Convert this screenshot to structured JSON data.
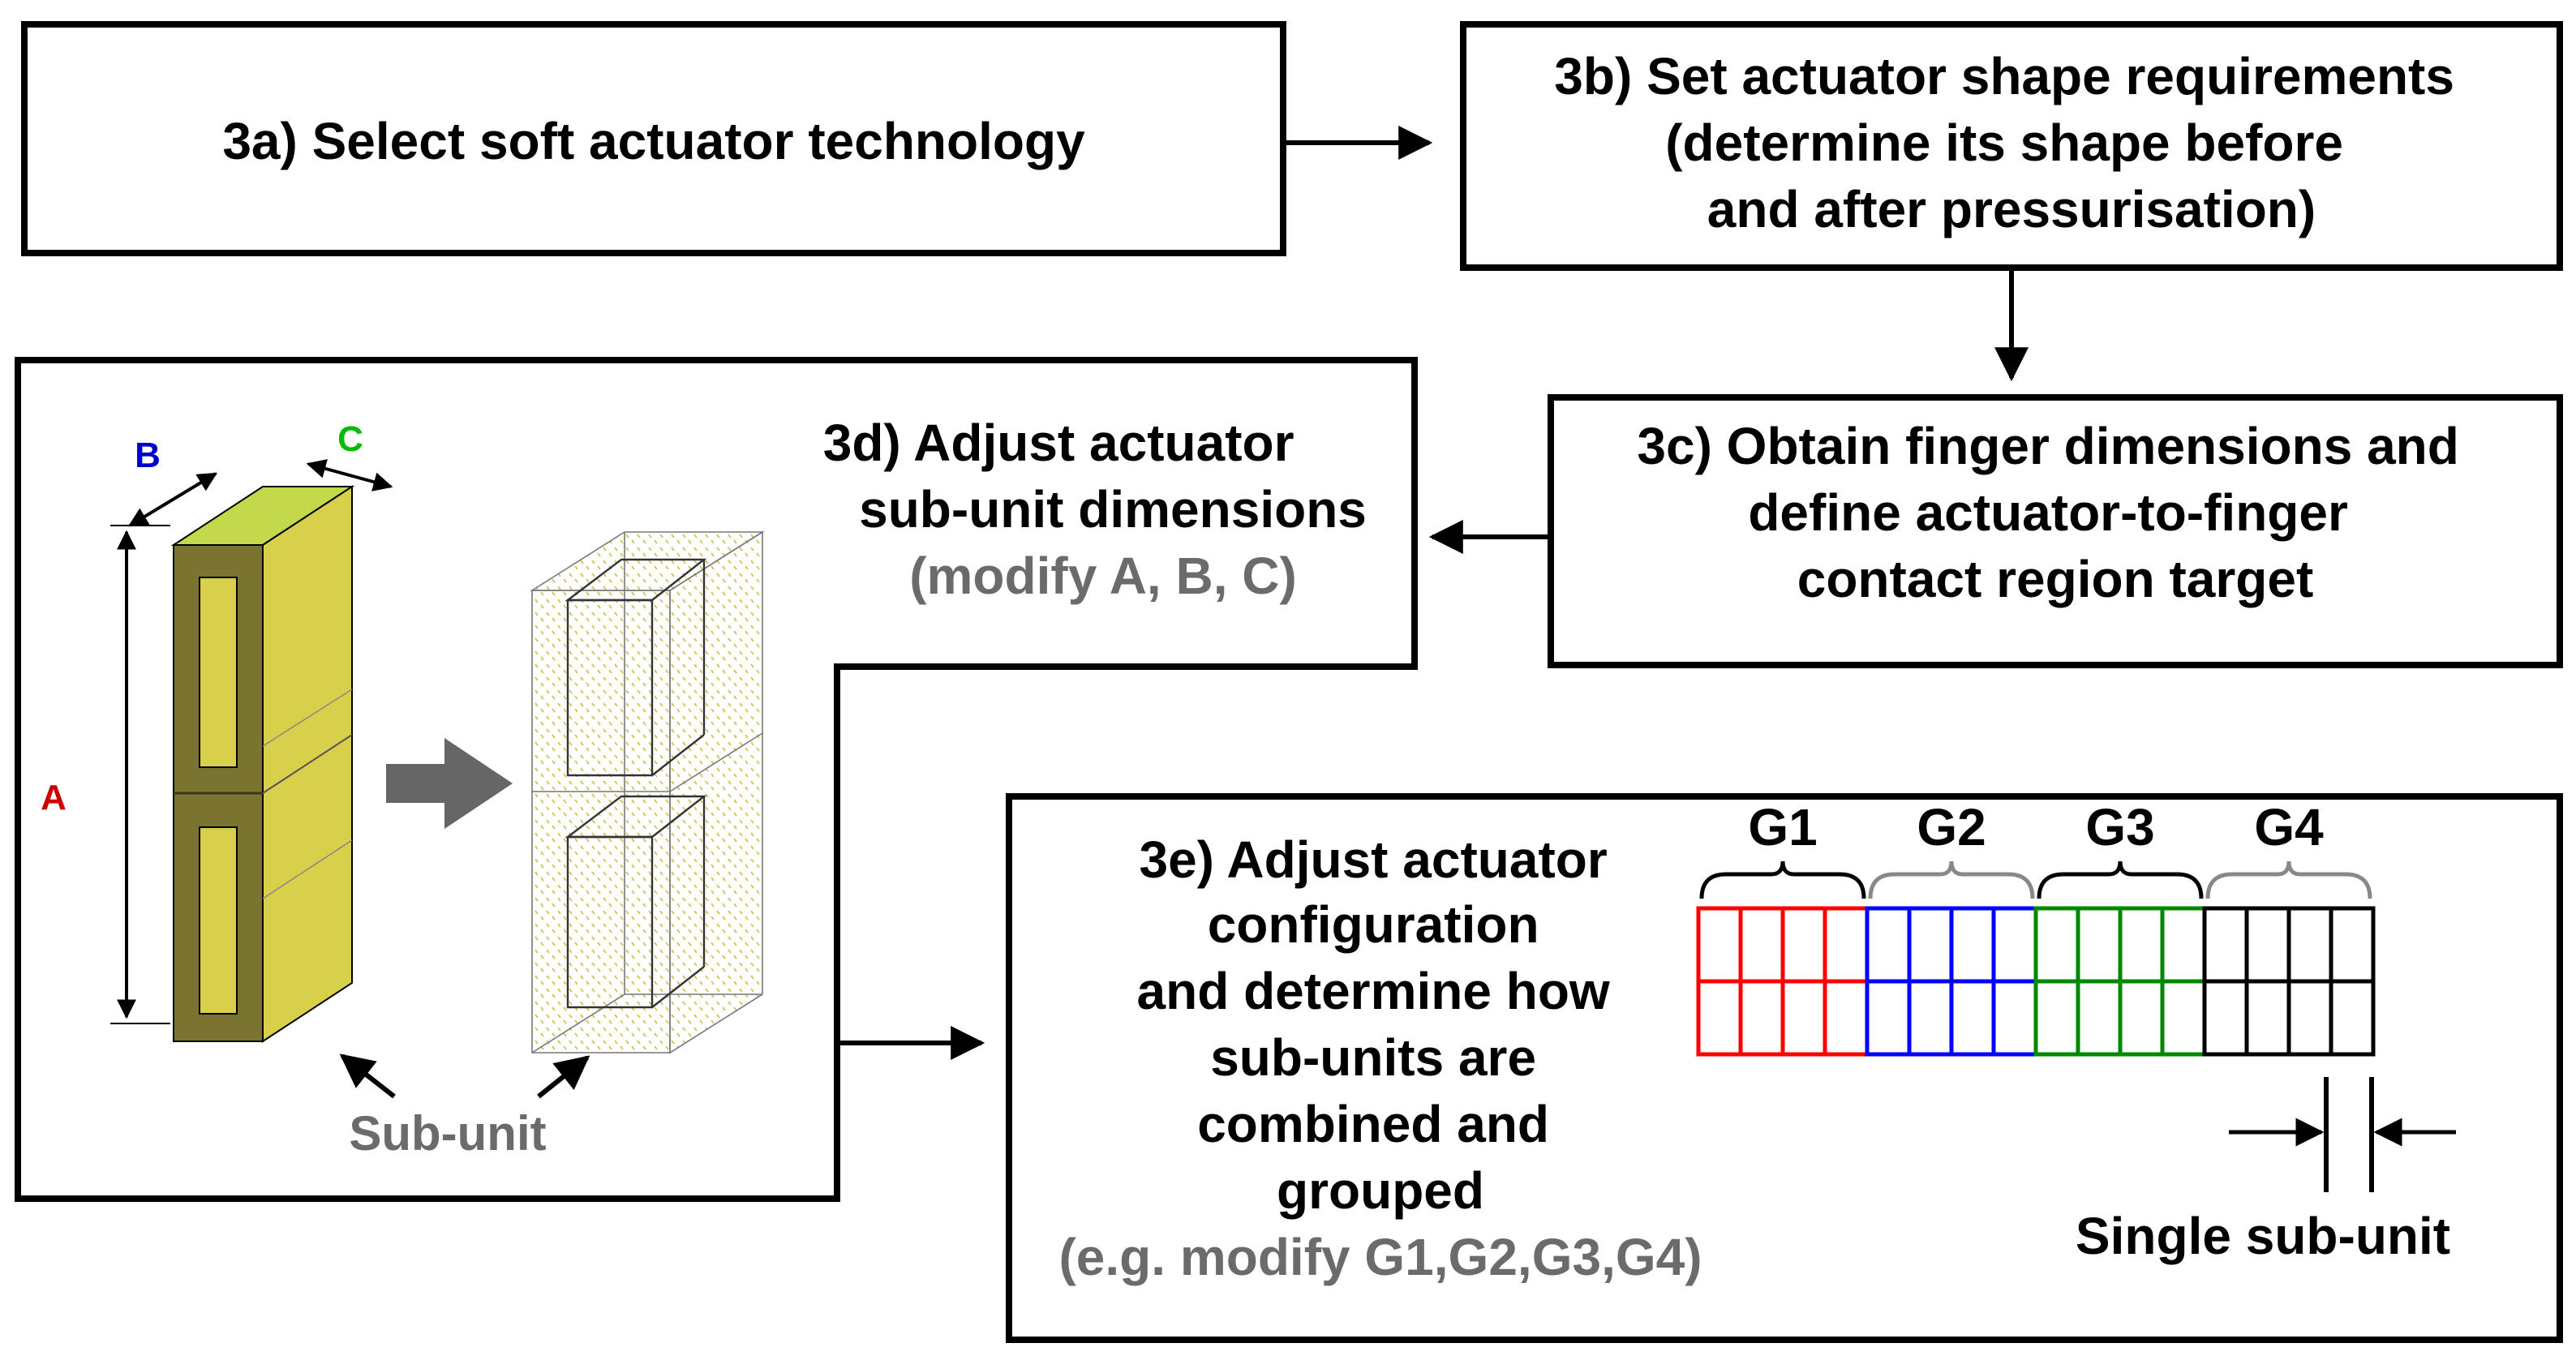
{
  "steps": {
    "s3a": {
      "lines": [
        "3a) Select soft actuator technology"
      ]
    },
    "s3b": {
      "lines": [
        "3b) Set actuator shape requirements",
        "(determine its shape before",
        "and after pressurisation)"
      ]
    },
    "s3c": {
      "lines": [
        "3c) Obtain finger dimensions and",
        "define actuator-to-finger",
        "contact region target"
      ]
    },
    "s3d": {
      "lines": [
        "3d) Adjust actuator",
        "sub-unit dimensions"
      ],
      "note": "(modify A, B, C)"
    },
    "s3e": {
      "lines": [
        "3e) Adjust actuator",
        "configuration",
        "and determine how",
        "sub-units are",
        "combined and",
        "grouped"
      ],
      "note": "(e.g. modify G1,G2,G3,G4)"
    }
  },
  "dimensions": {
    "a": "A",
    "b": "B",
    "c": "C"
  },
  "subunit_label": "Sub-unit",
  "groups": [
    {
      "name": "G1",
      "color": "#ff0000"
    },
    {
      "name": "G2",
      "color": "#0000ff"
    },
    {
      "name": "G3",
      "color": "#008800"
    },
    {
      "name": "G4",
      "color": "#000000"
    }
  ],
  "single_subunit_label": "Single sub-unit",
  "colors": {
    "note_gray": "#6b6b6b",
    "dim_a": "#cc0000",
    "dim_b": "#0000cc",
    "dim_c": "#00bb00",
    "block_face": "#d8cf4a",
    "block_top": "#c3d84a",
    "block_side": "#7a7430"
  }
}
